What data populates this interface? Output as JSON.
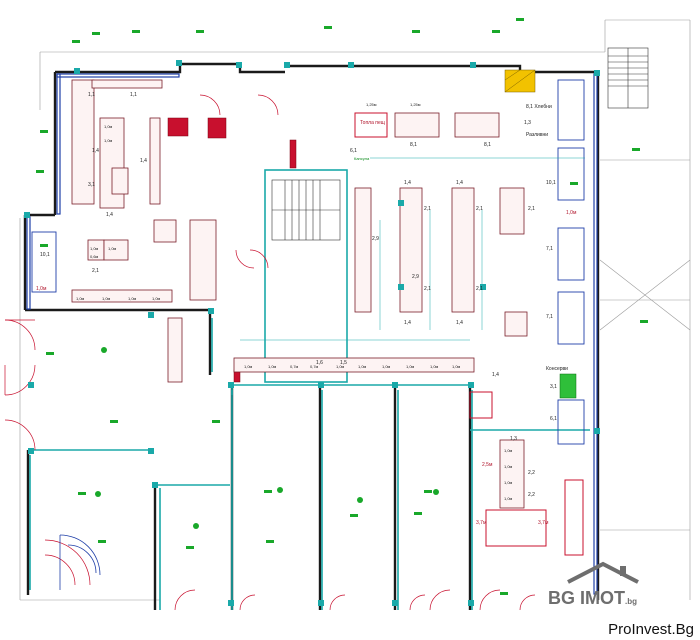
{
  "watermark": "ProInvest.Bg",
  "logo": {
    "text": "BG IMOT",
    "tld": ".bg"
  },
  "shelf_labels": [
    "1,0м",
    "1,0м",
    "1,0м",
    "1,0м",
    "1,0м",
    "1,0м",
    "0,6м",
    "1,0м",
    "1,0м",
    "1,25м",
    "1,25м",
    "1,0м",
    "1,0м",
    "0,7м",
    "0,7м",
    "1,0м",
    "1,0м",
    "1,0м",
    "1,0м",
    "1,0м",
    "1,0м",
    "1,0м",
    "1,0м",
    "1,0м",
    "1,0м"
  ],
  "numbers": [
    "1,1",
    "1,1",
    "1,4",
    "1,4",
    "1,4",
    "3,1",
    "3,1",
    "10,1",
    "10,1",
    "2,1",
    "2,1",
    "2,1",
    "2,1",
    "2,1",
    "2,1",
    "6,1",
    "6,1",
    "7,1",
    "7,1",
    "8,1",
    "8,1",
    "1,3",
    "1,3",
    "2,2",
    "2,2",
    "2,9",
    "2,9",
    "1,5",
    "1,6",
    "1,4",
    "1,4",
    "1,4",
    "1,4",
    "1,4"
  ],
  "room_labels": [
    "Топла пещ",
    "Капсула",
    "Консерви",
    "Разливни",
    "8,1 Хлебни"
  ],
  "counters": [
    "3,7м",
    "3,7м",
    "2,5м",
    "1,0м",
    "1,0м"
  ]
}
